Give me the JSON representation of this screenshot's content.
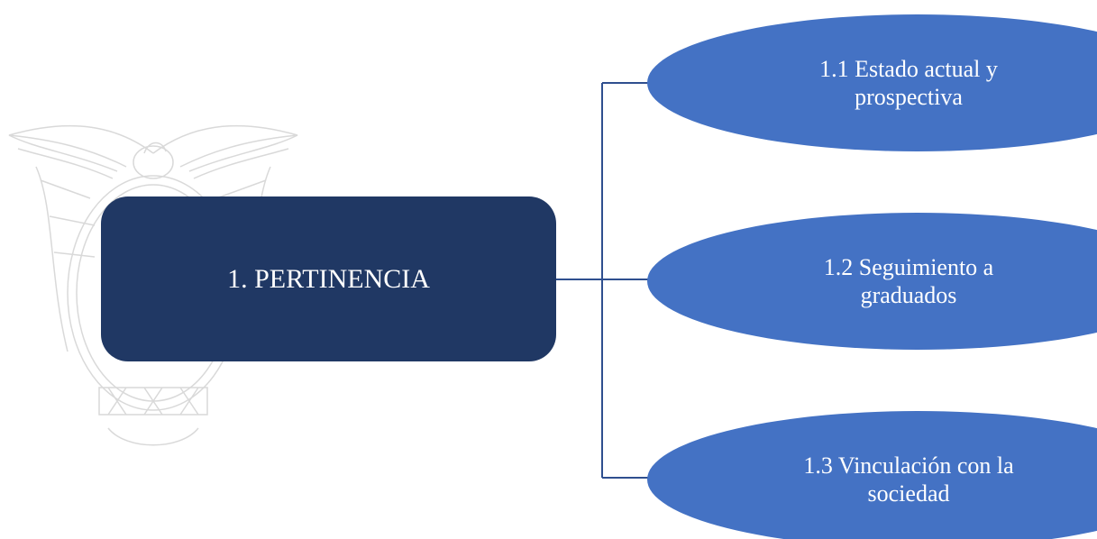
{
  "diagram": {
    "root": {
      "label": "1. PERTINENCIA"
    },
    "children": [
      {
        "label_line1": "1.1 Estado actual y",
        "label_line2": "prospectiva"
      },
      {
        "label_line1": "1.2 Seguimiento a",
        "label_line2": "graduados"
      },
      {
        "label_line1": "1.3 Vinculación con la",
        "label_line2": "sociedad"
      }
    ]
  },
  "colors": {
    "root_fill": "#203864",
    "child_fill": "#4472c4",
    "connector": "#2f4f8f",
    "watermark": "#d9d9d9"
  },
  "icons": {
    "watermark": "coat-of-arms-watermark-icon"
  }
}
